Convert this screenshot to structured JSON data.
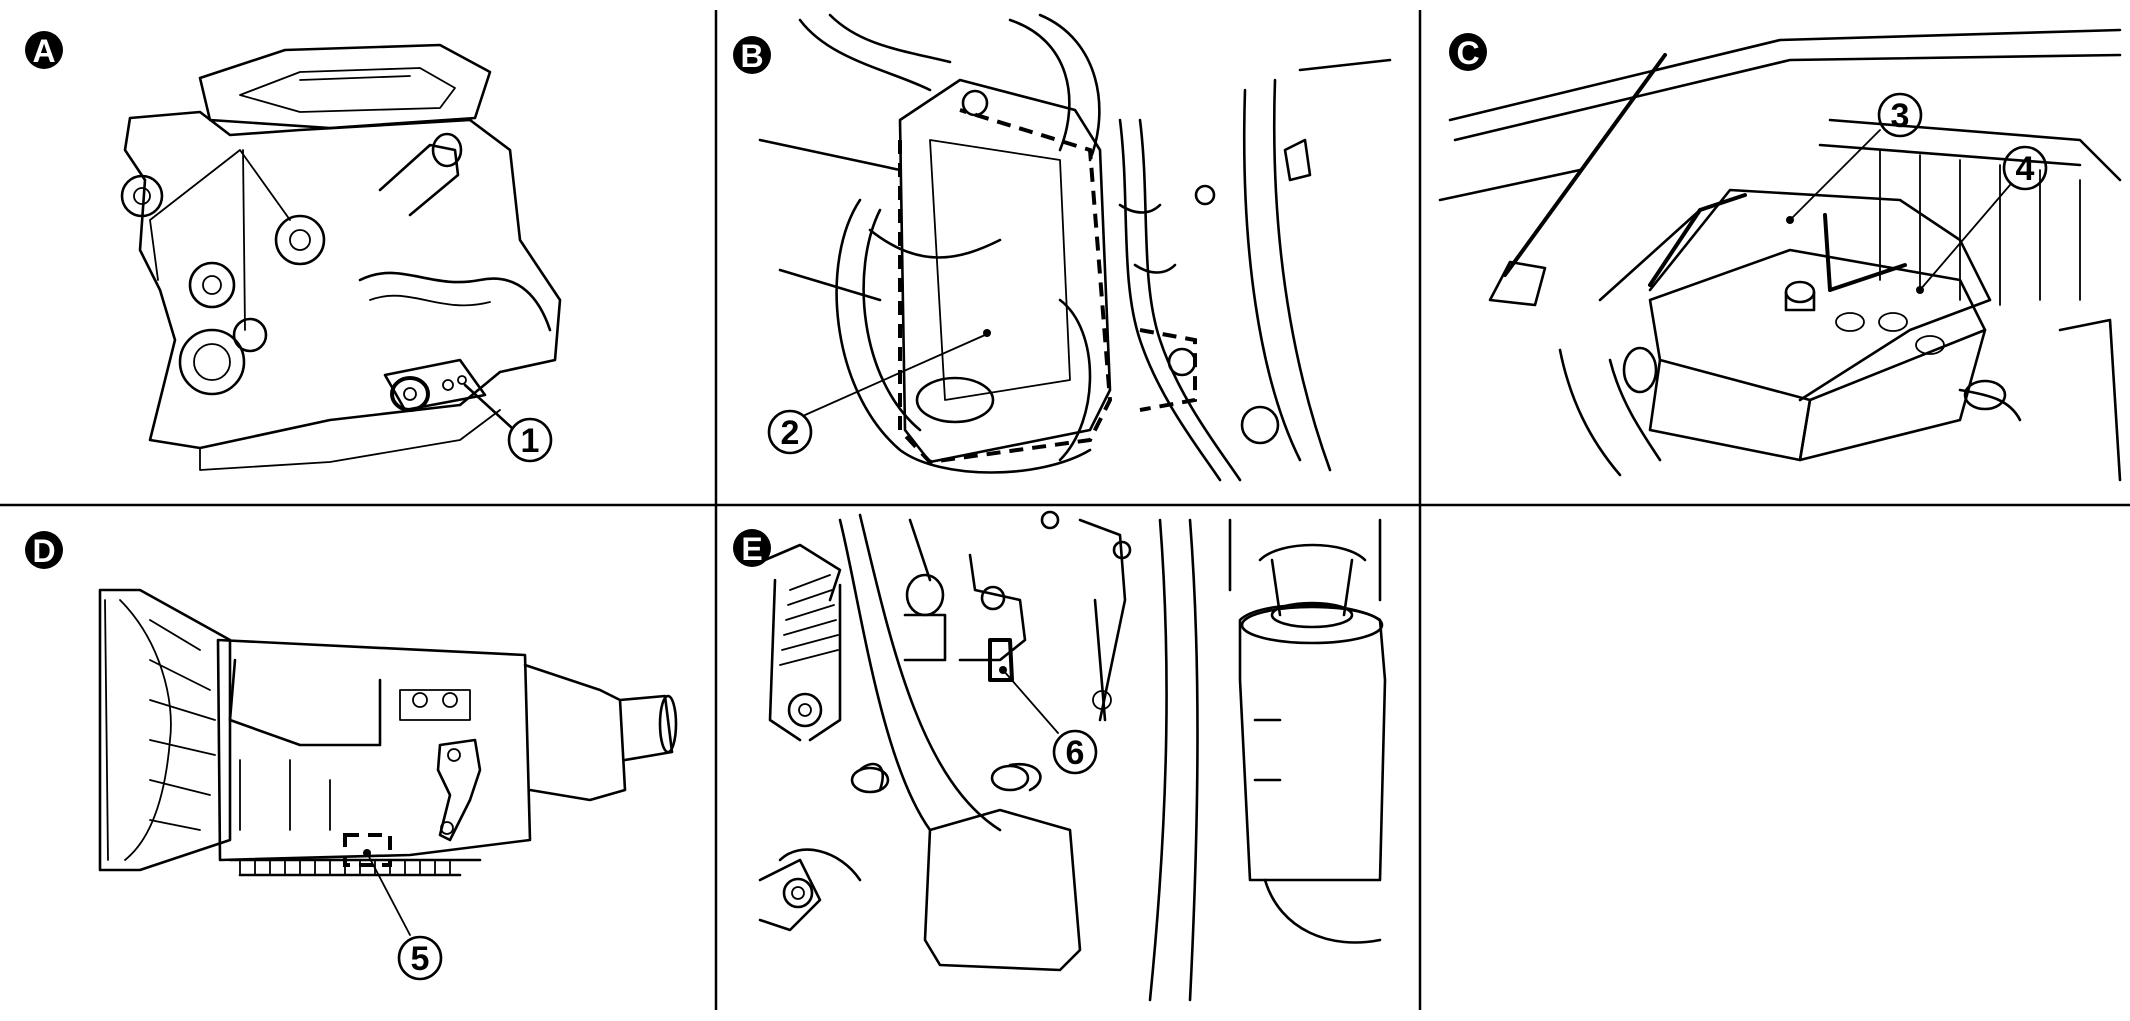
{
  "panels": [
    {
      "id": "A",
      "letter": "A",
      "subject": "engine",
      "callout": "1"
    },
    {
      "id": "B",
      "letter": "B",
      "subject": "module-bracket",
      "callout": "2"
    },
    {
      "id": "C",
      "letter": "C",
      "subject": "engine-bay-battery",
      "callouts": [
        "3",
        "4"
      ]
    },
    {
      "id": "D",
      "letter": "D",
      "subject": "transmission",
      "callout": "5"
    },
    {
      "id": "E",
      "letter": "E",
      "subject": "pedal-area",
      "callout": "6"
    }
  ]
}
